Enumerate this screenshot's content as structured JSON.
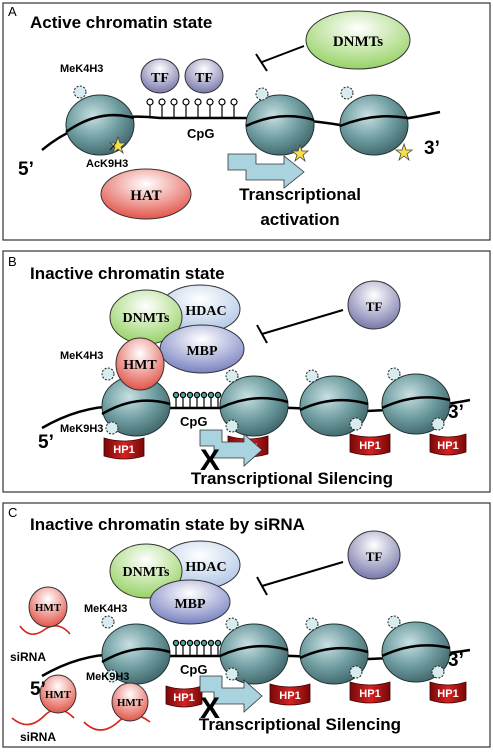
{
  "panels": [
    {
      "letter": "A",
      "title": "Active chromatin state",
      "labels": {
        "me_k4": "MeK4H3",
        "ac_k9": "AcK9H3",
        "cpg": "CpG",
        "five": "5’",
        "three": "3’",
        "dnmts": "DNMTs",
        "tf1": "TF",
        "tf2": "TF",
        "hat": "HAT",
        "outcome_line1": "Transcriptional",
        "outcome_line2": "activation"
      }
    },
    {
      "letter": "B",
      "title": "Inactive chromatin state",
      "labels": {
        "me_k4": "MeK4H3",
        "me_k9": "MeK9H3",
        "cpg": "CpG",
        "five": "5’",
        "three": "3’",
        "dnmts": "DNMTs",
        "hdac": "HDAC",
        "mbp": "MBP",
        "hmt": "HMT",
        "tf": "TF",
        "hp1": "HP1",
        "x": "X",
        "outcome": "Transcriptional Silencing"
      }
    },
    {
      "letter": "C",
      "title": "Inactive chromatin state by siRNA",
      "labels": {
        "me_k4": "MeK4H3",
        "me_k9": "MeK9H3",
        "cpg": "CpG",
        "five": "5’",
        "three": "3’",
        "dnmts": "DNMTs",
        "hdac": "HDAC",
        "mbp": "MBP",
        "hmt": "HMT",
        "tf": "TF",
        "hp1": "HP1",
        "sirna": "siRNA",
        "x": "X",
        "outcome": "Transcriptional Silencing"
      }
    }
  ],
  "colors": {
    "nucleosome": "#5f8e92",
    "tf": "#6e6ea6",
    "dnmts": "#8fcf5a",
    "hdac": "#b8cde8",
    "mbp": "#7f88c8",
    "hmt": "#e0483c",
    "hat": "#e0483c",
    "hp1": "#c01818",
    "arrow": "#a9d3de",
    "star": "#f7e04a"
  }
}
